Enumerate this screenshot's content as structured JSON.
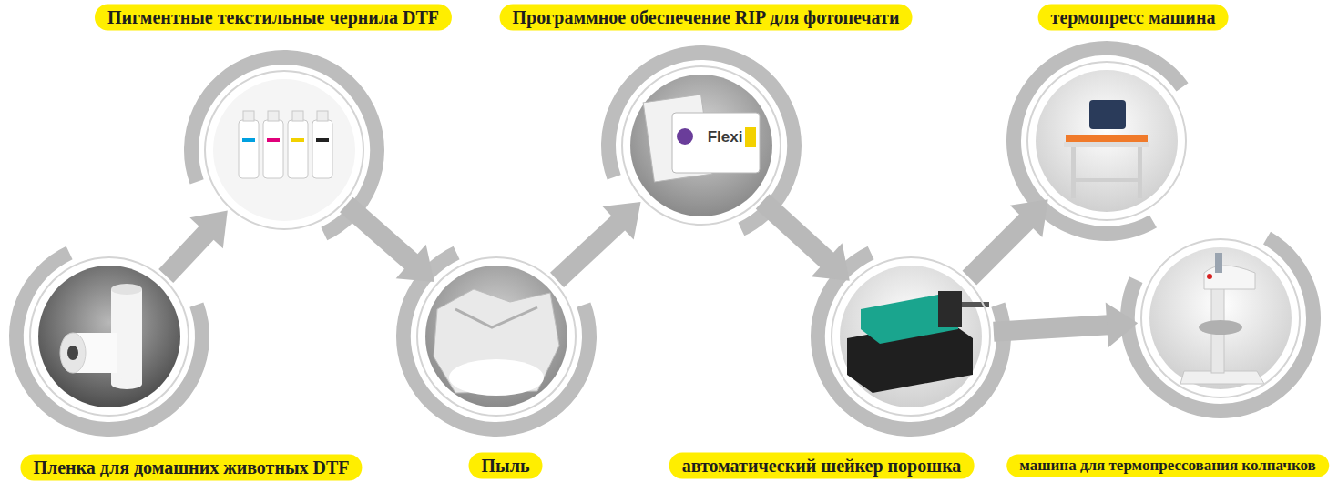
{
  "diagram": {
    "nodes": [
      {
        "text": [
          "Пленка для домашних животных DTF"
        ]
      },
      {
        "text": [
          "Пигментные текстильные чернила DTF"
        ]
      },
      {
        "text": [
          "Пыль"
        ]
      },
      {
        "text": [
          "Программное обеспечение RIP для фотопечати"
        ]
      },
      {
        "text": [
          "автоматический шейкер порошка"
        ]
      },
      {
        "text": [
          "термопресс машина"
        ]
      },
      {
        "text": [
          "машина для термопрессования колпачков"
        ]
      }
    ],
    "edges": [
      {
        "from": 0,
        "to": 1,
        "arrow": "to"
      },
      {
        "from": 1,
        "to": 2,
        "arrow": "to"
      },
      {
        "from": 2,
        "to": 3,
        "arrow": "to"
      },
      {
        "from": 3,
        "to": 4,
        "arrow": "to"
      },
      {
        "from": 4,
        "to": 5,
        "arrow": "to"
      },
      {
        "from": 4,
        "to": 6,
        "arrow": "to"
      }
    ],
    "labels": [
      "Flexi"
    ]
  }
}
